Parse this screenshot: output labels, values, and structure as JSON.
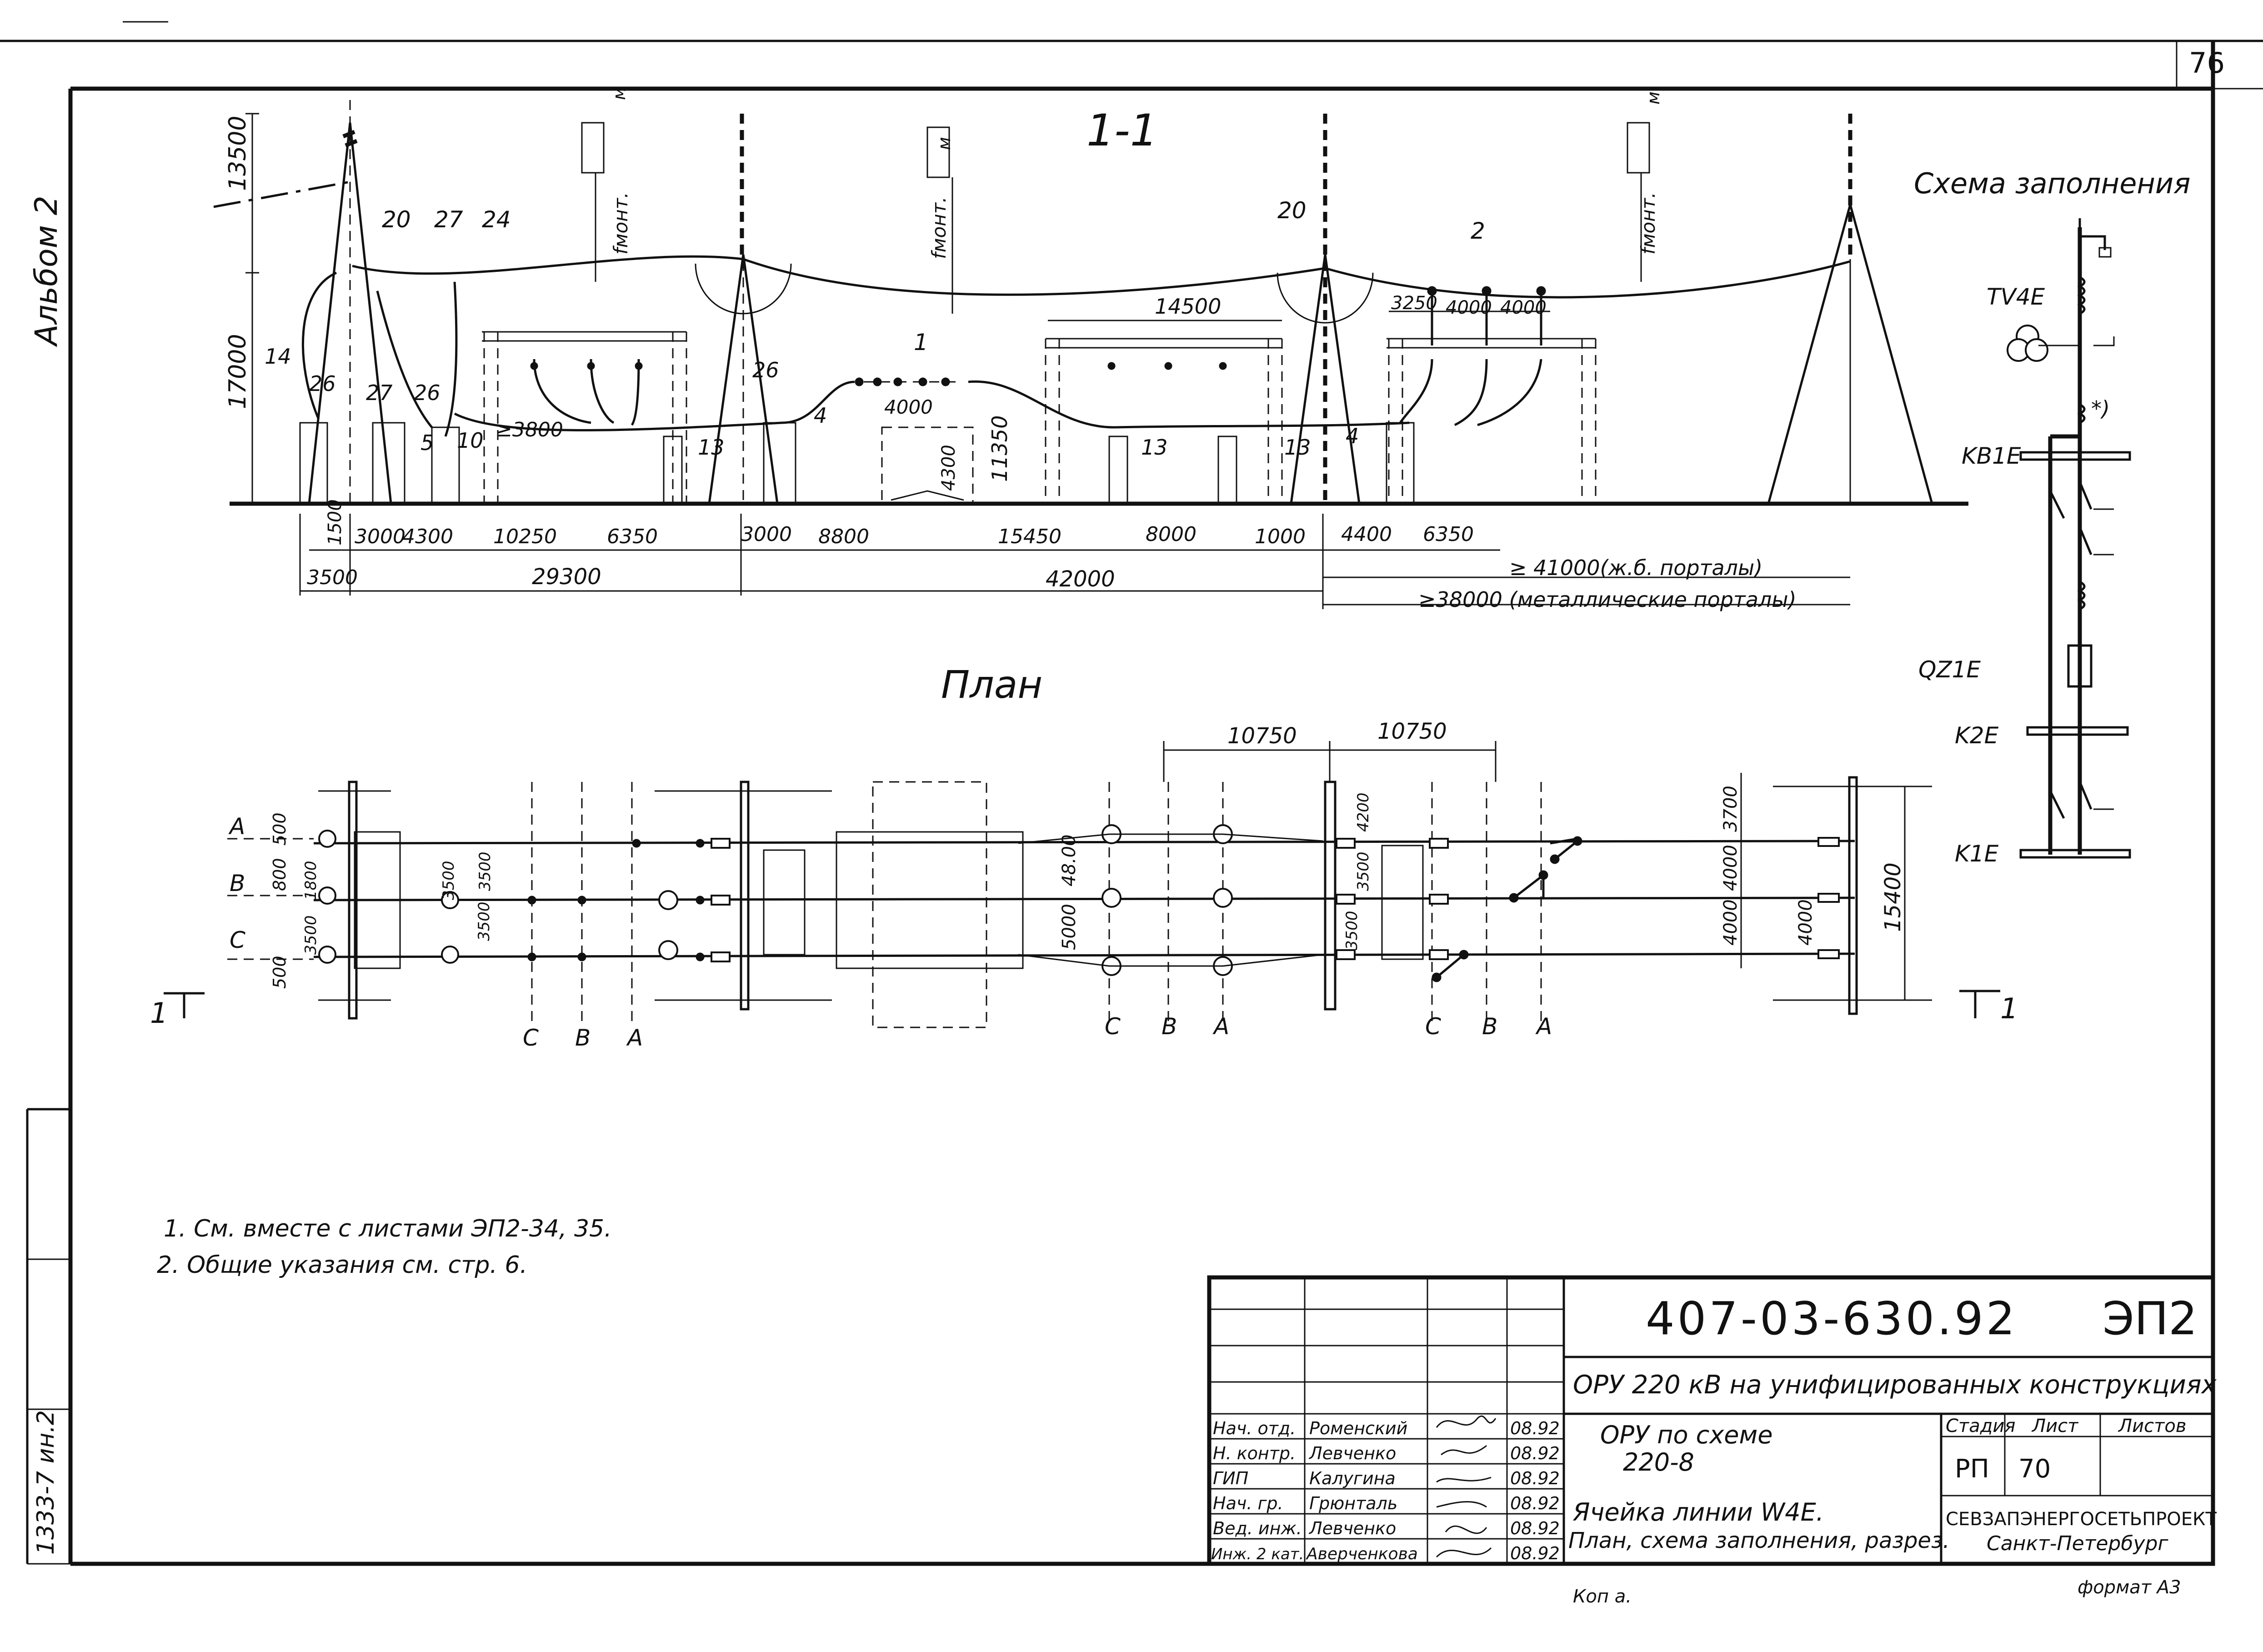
{
  "page_number": "76",
  "album_label": "Альбом 2",
  "section_title": "1-1",
  "plan_title": "План",
  "scheme_title": "Схема заполнения",
  "heights": [
    "13500",
    "17000",
    "11350",
    "4300"
  ],
  "mont_labels": [
    "fмонт.",
    "fмонт.",
    "fмонт."
  ],
  "mont_unit": "м",
  "callouts": [
    "20",
    "27",
    "24",
    "20",
    "2",
    "1",
    "14",
    "26",
    "27",
    "26",
    "5",
    "10",
    "26",
    "4",
    "13",
    "13",
    "13",
    "4"
  ],
  "section_dims_top": [
    "14500",
    "3250",
    "4000",
    "4000",
    "4000"
  ],
  "min_gap": "≥3800",
  "section_dims_row1": [
    "1500",
    "3000",
    "4300",
    "10250",
    "6350",
    "3000",
    "8800",
    "15450",
    "8000",
    "1000",
    "4400",
    "6350"
  ],
  "section_dims_row2": [
    "3500",
    "29300",
    "42000"
  ],
  "portal_note_1": "≥ 41000(ж.б. порталы)",
  "portal_note_2": "≥38000 (металлические порталы)",
  "plan_dims_top": [
    "10750",
    "10750"
  ],
  "phases": [
    "A",
    "B",
    "C"
  ],
  "plan_left_dims": [
    "500",
    "800",
    "1800",
    "3500",
    "3500",
    "500",
    "3500",
    "3500"
  ],
  "plan_mid_dims": [
    "48.00",
    "5000",
    "4200",
    "3500",
    "3500"
  ],
  "plan_right_dims": [
    "3700",
    "4000",
    "4000",
    "4000",
    "15400"
  ],
  "plan_phase_markers": [
    [
      "C",
      "B",
      "A"
    ],
    [
      "C",
      "B",
      "A"
    ],
    [
      "C",
      "B",
      "A"
    ]
  ],
  "section_marker_left": "1",
  "section_marker_right": "1",
  "scheme_labels": [
    "TV4E",
    "*)",
    "KB1E",
    "QZ1E",
    "K2E",
    "K1E"
  ],
  "notes": [
    "1. См. вместе с листами ЭП2-34, 35.",
    "2. Общие указания см. стр. 6."
  ],
  "side_stamp": "1333-7 ин.2",
  "title_block": {
    "doc_code": "407-03-630.92",
    "sheet_code": "ЭП2",
    "project": "ОРУ 220 кВ на унифицированных конструкциях",
    "object": "ОРУ по схеме 220-8",
    "drawing": "Ячейка линии W4E. План, схема заполнения, разрез.",
    "headers": {
      "stage": "Стадия",
      "sheet": "Лист",
      "sheets": "Листов"
    },
    "stage": "РП",
    "sheet_no": "70",
    "sheets_total": "",
    "org": "СЕВЗАПЭНЕРГОСЕТЬПРОЕКТ Санкт-Петербург",
    "staff": [
      {
        "role": "Нач. отд.",
        "name": "Роменский",
        "date": "08.92"
      },
      {
        "role": "Н. контр.",
        "name": "Левченко",
        "date": "08.92"
      },
      {
        "role": "ГИП",
        "name": "Калугина",
        "date": "08.92"
      },
      {
        "role": "Нач. гр.",
        "name": "Грюнталь",
        "date": "08.92"
      },
      {
        "role": "Вед. инж.",
        "name": "Левченко",
        "date": "08.92"
      },
      {
        "role": "Инж. 2 кат.",
        "name": "Аверченкова",
        "date": "08.92"
      }
    ]
  },
  "copy_label": "Коп а.",
  "format_label": "формат А3"
}
